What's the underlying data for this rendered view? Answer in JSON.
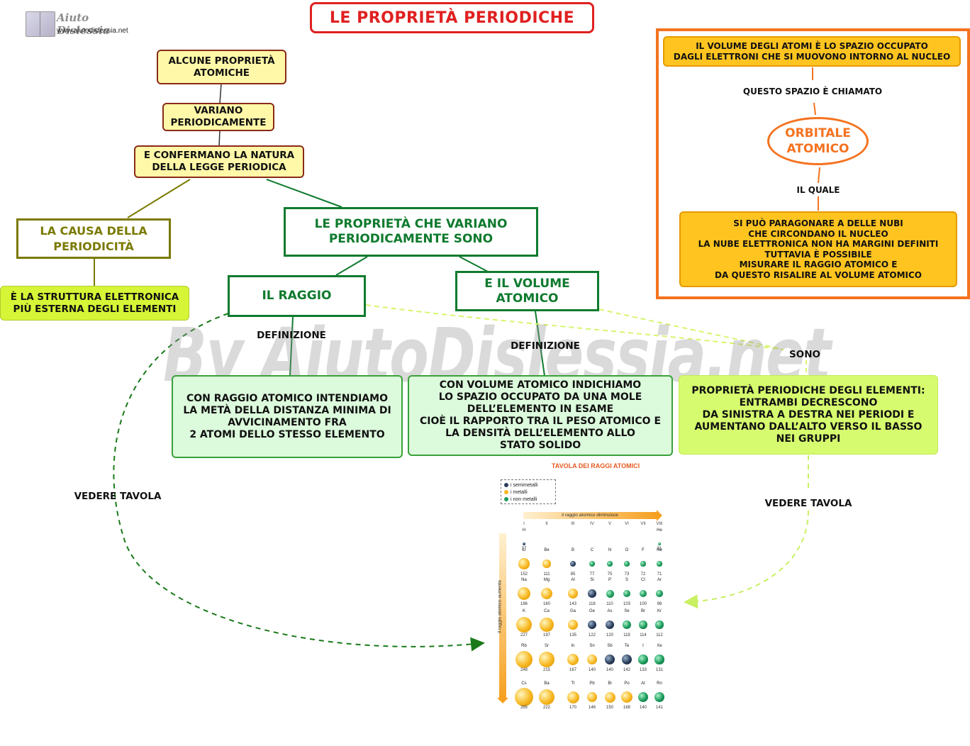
{
  "logo": {
    "name": "Aiuto Dislessia",
    "url": "www.aiutodislessia.net"
  },
  "title": "LE PROPRIETÀ PERIODICHE",
  "watermark": "By AiutoDislessia.net",
  "nodes": {
    "alcune": "ALCUNE PROPRIETÀ\nATOMICHE",
    "variano": "VARIANO\nPERIODICAMENTE",
    "confermano": "E CONFERMANO LA NATURA\nDELLA LEGGE PERIODICA",
    "causa": "LA CAUSA DELLA\nPERIODICITÀ",
    "struttura": "È LA STRUTTURA ELETTRONICA\nPIÙ ESTERNA DEGLI ELEMENTI",
    "proprieta_variano": "LE PROPRIETÀ CHE VARIANO\nPERIODICAMENTE SONO",
    "raggio": "IL RAGGIO",
    "volume": "E IL VOLUME\nATOMICO",
    "def_raggio": "CON RAGGIO ATOMICO INTENDIAMO\nLA METÀ DELLA DISTANZA MINIMA DI\nAVVICINAMENTO FRA\n2 ATOMI DELLO STESSO ELEMENTO",
    "def_volume": "CON VOLUME ATOMICO INDICHIAMO\nLO SPAZIO OCCUPATO DA UNA MOLE\nDELL’ELEMENTO IN ESAME\nCIOÈ IL RAPPORTO TRA IL PESO ATOMICO E\nLA DENSITÀ DELL’ELEMENTO ALLO\nSTATO SOLIDO",
    "periodiche": "PROPRIETÀ PERIODICHE DEGLI ELEMENTI:\nENTRAMBI DECRESCONO\nDA SINISTRA A DESTRA NEI PERIODI E\nAUMENTANO DALL’ALTO VERSO IL BASSO\nNEI GRUPPI"
  },
  "labels": {
    "definizione_1": "DEFINIZIONE",
    "definizione_2": "DEFINIZIONE",
    "sono": "SONO",
    "vedere_tavola_left": "VEDERE TAVOLA",
    "vedere_tavola_right": "VEDERE TAVOLA"
  },
  "panel": {
    "top": "IL VOLUME DEGLI ATOMI È LO SPAZIO OCCUPATO\nDAGLI ELETTRONI CHE SI MUOVONO INTORNO AL NUCLEO",
    "chiamato": "QUESTO SPAZIO È CHIAMATO",
    "orbitale": "ORBITALE\nATOMICO",
    "quale": "IL QUALE",
    "bottom": "SI PUÒ PARAGONARE A DELLE NUBI\nCHE  CIRCONDANO  IL  NUCLEO\nLA  NUBE  ELETTRONICA  NON  HA  MARGINI  DEFINITI\nTUTTAVIA  È  POSSIBILE\nMISURARE IL RAGGIO ATOMICO E\nDA QUESTO RISALIRE AL VOLUME ATOMICO"
  },
  "table": {
    "title": "TAVOLA DEI RAGGI ATOMICI",
    "legend": [
      "i semimetalli",
      "i metalli",
      "i non metalli"
    ],
    "legend_colors": [
      "#2a3e5c",
      "#f7b820",
      "#1a9a5a"
    ],
    "arrow_h": "il raggio atomico diminuisce",
    "arrow_v": "il raggio atomico aumenta",
    "groups": [
      "I",
      "II",
      "III",
      "IV",
      "V",
      "VI",
      "VII",
      "VIII"
    ],
    "elements": [
      {
        "s": "H",
        "r": 37,
        "t": "semi",
        "g": 0,
        "p": 0
      },
      {
        "s": "He",
        "r": 31,
        "t": "non",
        "g": 7,
        "p": 0
      },
      {
        "s": "Li",
        "r": 152,
        "t": "metal",
        "g": 0,
        "p": 1
      },
      {
        "s": "Be",
        "r": 111,
        "t": "metal",
        "g": 1,
        "p": 1
      },
      {
        "s": "B",
        "r": 85,
        "t": "semi",
        "g": 2,
        "p": 1
      },
      {
        "s": "C",
        "r": 77,
        "t": "non",
        "g": 3,
        "p": 1
      },
      {
        "s": "N",
        "r": 75,
        "t": "non",
        "g": 4,
        "p": 1
      },
      {
        "s": "O",
        "r": 73,
        "t": "non",
        "g": 5,
        "p": 1
      },
      {
        "s": "F",
        "r": 72,
        "t": "non",
        "g": 6,
        "p": 1
      },
      {
        "s": "Ne",
        "r": 71,
        "t": "non",
        "g": 7,
        "p": 1
      },
      {
        "s": "Na",
        "r": 186,
        "t": "metal",
        "g": 0,
        "p": 2
      },
      {
        "s": "Mg",
        "r": 160,
        "t": "metal",
        "g": 1,
        "p": 2
      },
      {
        "s": "Al",
        "r": 143,
        "t": "metal",
        "g": 2,
        "p": 2
      },
      {
        "s": "Si",
        "r": 118,
        "t": "semi",
        "g": 3,
        "p": 2
      },
      {
        "s": "P",
        "r": 110,
        "t": "non",
        "g": 4,
        "p": 2
      },
      {
        "s": "S",
        "r": 103,
        "t": "non",
        "g": 5,
        "p": 2
      },
      {
        "s": "Cl",
        "r": 100,
        "t": "non",
        "g": 6,
        "p": 2
      },
      {
        "s": "Ar",
        "r": 98,
        "t": "non",
        "g": 7,
        "p": 2
      },
      {
        "s": "K",
        "r": 227,
        "t": "metal",
        "g": 0,
        "p": 3
      },
      {
        "s": "Ca",
        "r": 197,
        "t": "metal",
        "g": 1,
        "p": 3
      },
      {
        "s": "Ga",
        "r": 135,
        "t": "metal",
        "g": 2,
        "p": 3
      },
      {
        "s": "Ge",
        "r": 122,
        "t": "semi",
        "g": 3,
        "p": 3
      },
      {
        "s": "As",
        "r": 120,
        "t": "semi",
        "g": 4,
        "p": 3
      },
      {
        "s": "Se",
        "r": 119,
        "t": "non",
        "g": 5,
        "p": 3
      },
      {
        "s": "Br",
        "r": 114,
        "t": "non",
        "g": 6,
        "p": 3
      },
      {
        "s": "Kr",
        "r": 112,
        "t": "non",
        "g": 7,
        "p": 3
      },
      {
        "s": "Rb",
        "r": 248,
        "t": "metal",
        "g": 0,
        "p": 4
      },
      {
        "s": "Sr",
        "r": 215,
        "t": "metal",
        "g": 1,
        "p": 4
      },
      {
        "s": "In",
        "r": 167,
        "t": "metal",
        "g": 2,
        "p": 4
      },
      {
        "s": "Sn",
        "r": 140,
        "t": "metal",
        "g": 3,
        "p": 4
      },
      {
        "s": "Sb",
        "r": 140,
        "t": "semi",
        "g": 4,
        "p": 4
      },
      {
        "s": "Te",
        "r": 142,
        "t": "semi",
        "g": 5,
        "p": 4
      },
      {
        "s": "I",
        "r": 133,
        "t": "non",
        "g": 6,
        "p": 4
      },
      {
        "s": "Xe",
        "r": 131,
        "t": "non",
        "g": 7,
        "p": 4
      },
      {
        "s": "Cs",
        "r": 265,
        "t": "metal",
        "g": 0,
        "p": 5
      },
      {
        "s": "Ba",
        "r": 222,
        "t": "metal",
        "g": 1,
        "p": 5
      },
      {
        "s": "Tl",
        "r": 170,
        "t": "metal",
        "g": 2,
        "p": 5
      },
      {
        "s": "Pb",
        "r": 146,
        "t": "metal",
        "g": 3,
        "p": 5
      },
      {
        "s": "Bi",
        "r": 150,
        "t": "metal",
        "g": 4,
        "p": 5
      },
      {
        "s": "Po",
        "r": 168,
        "t": "metal",
        "g": 5,
        "p": 5
      },
      {
        "s": "At",
        "r": 140,
        "t": "non",
        "g": 6,
        "p": 5
      },
      {
        "s": "Rn",
        "r": 141,
        "t": "non",
        "g": 7,
        "p": 5
      }
    ]
  }
}
